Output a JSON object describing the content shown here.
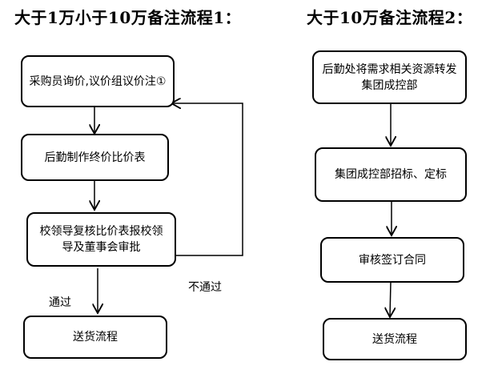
{
  "flow1": {
    "title": "大于1万小于10万备注流程1：",
    "steps": [
      "采购员询价,议价组议价注①",
      "后勤制作终价比价表",
      "校领导复核比价表报校领导及董事会审批",
      "送货流程"
    ],
    "pass_label": "通过",
    "fail_label": "不通过"
  },
  "flow2": {
    "title": "大于10万备注流程2：",
    "steps": [
      "后勤处将需求相关资源转发集团成控部",
      "集团成控部招标、定标",
      "审核签订合同",
      "送货流程"
    ]
  }
}
